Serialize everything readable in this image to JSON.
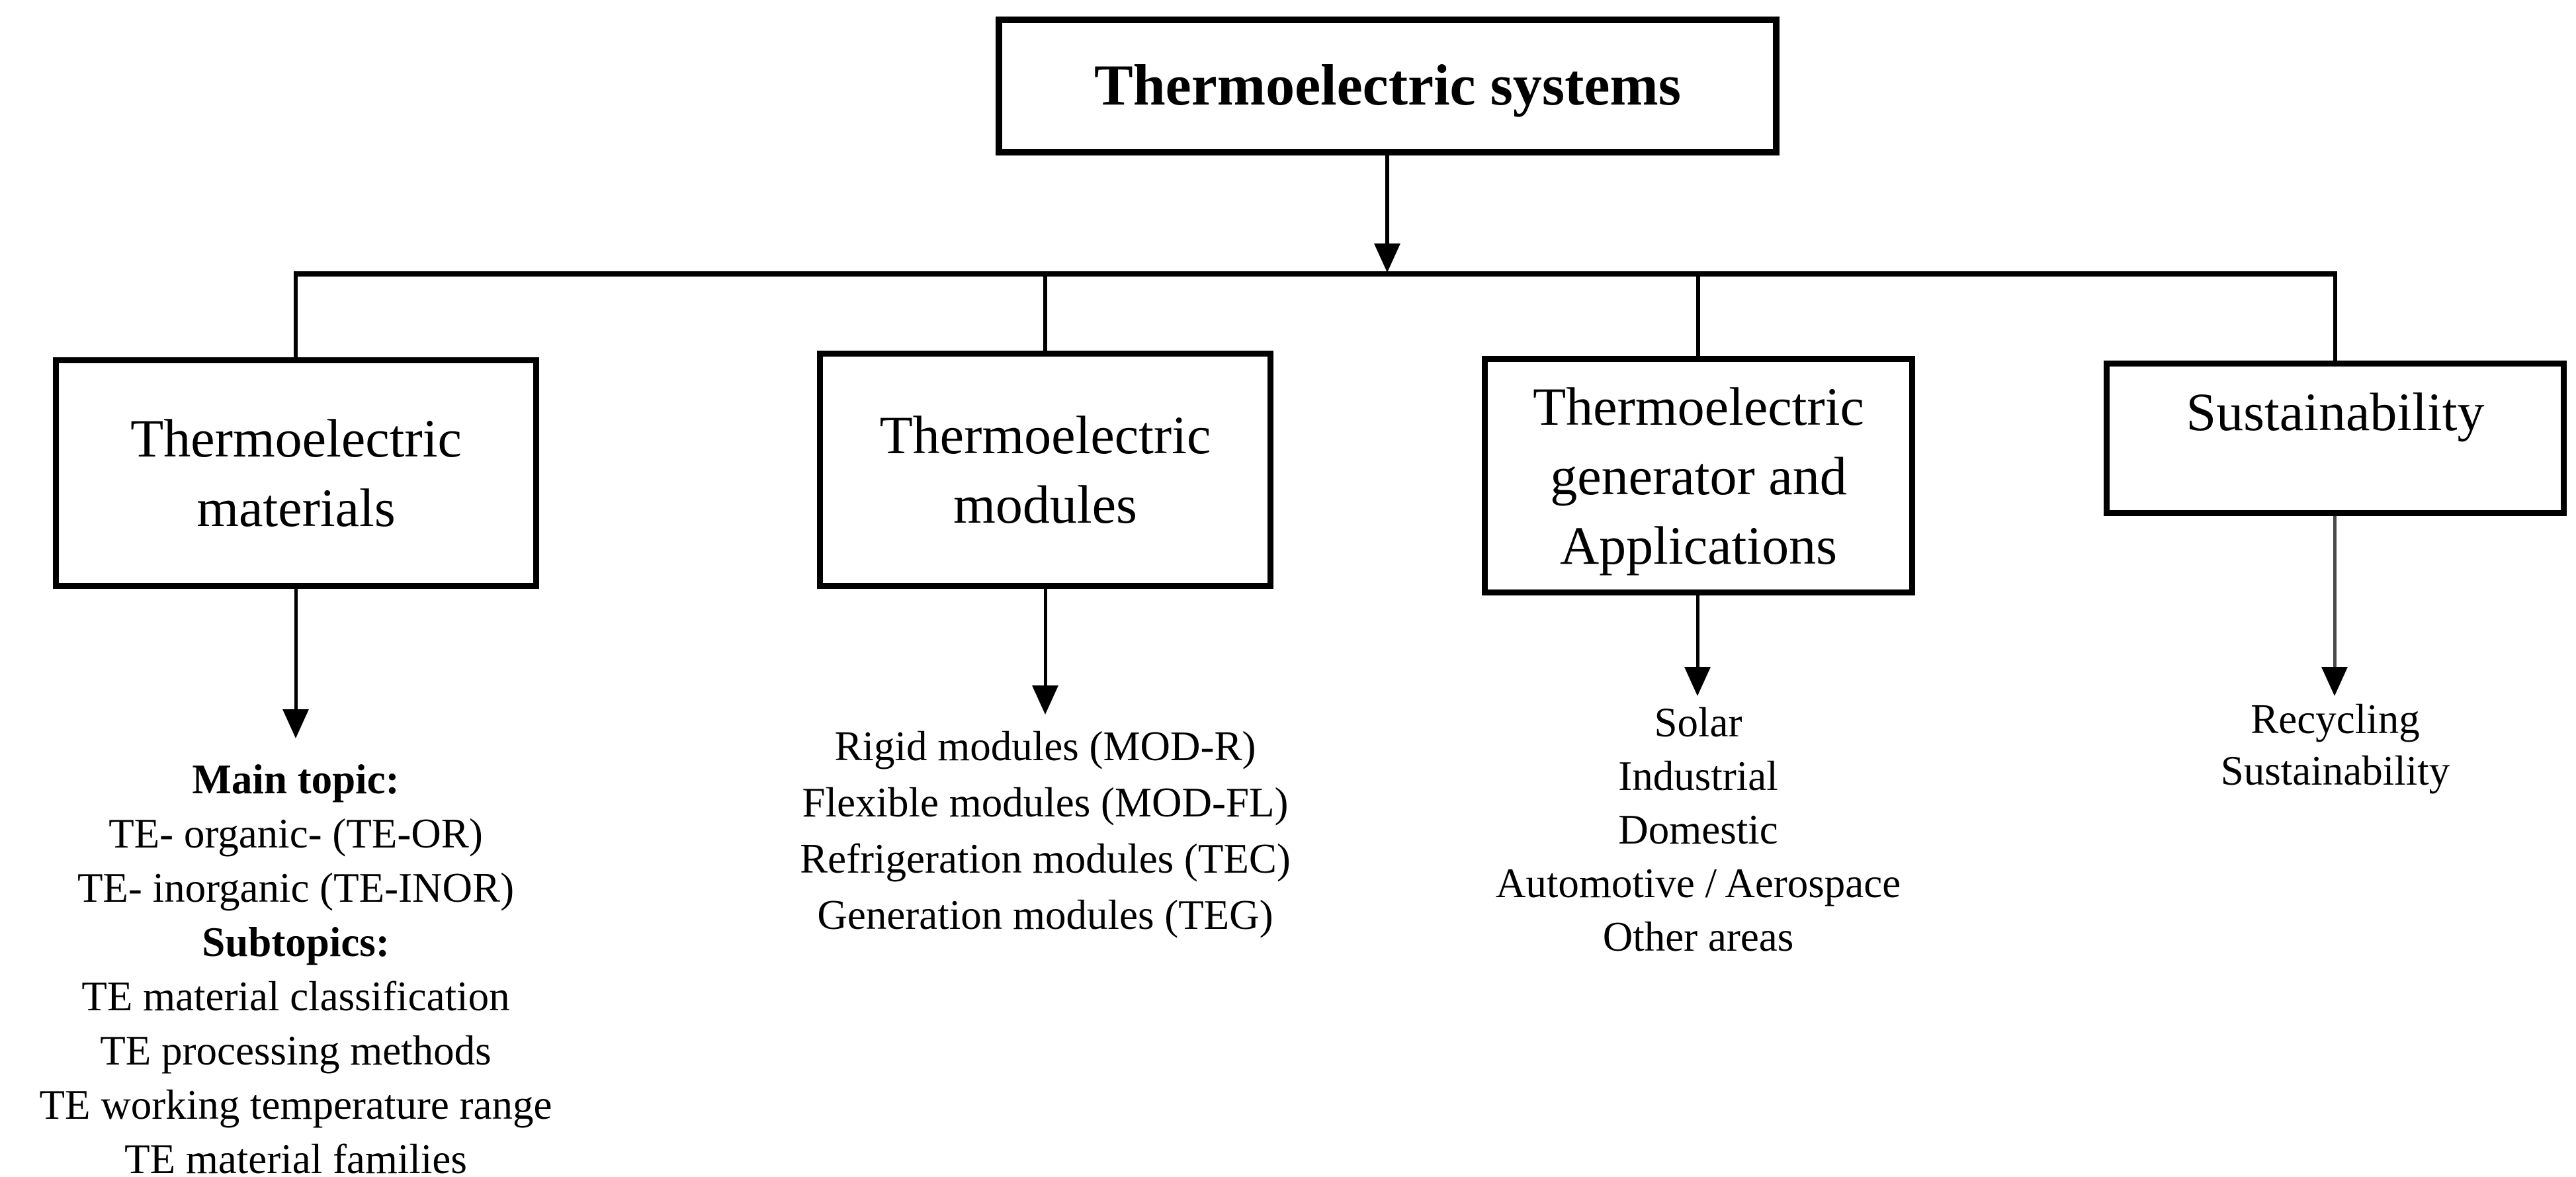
{
  "diagram": {
    "root": {
      "label": "Thermoelectric systems"
    },
    "branches": [
      {
        "title": "Thermoelectric materials",
        "items": [
          {
            "text": "Main topic:",
            "bold": true
          },
          {
            "text": "TE- organic- (TE-OR)",
            "bold": false
          },
          {
            "text": "TE- inorganic (TE-INOR)",
            "bold": false
          },
          {
            "text": "Subtopics:",
            "bold": true
          },
          {
            "text": "TE material classification",
            "bold": false
          },
          {
            "text": "TE processing methods",
            "bold": false
          },
          {
            "text": "TE working temperature range",
            "bold": false
          },
          {
            "text": "TE material families",
            "bold": false
          }
        ]
      },
      {
        "title": "Thermoelectric modules",
        "items": [
          {
            "text": "Rigid modules (MOD-R)",
            "bold": false
          },
          {
            "text": "Flexible modules (MOD-FL)",
            "bold": false
          },
          {
            "text": "Refrigeration modules (TEC)",
            "bold": false
          },
          {
            "text": "Generation modules (TEG)",
            "bold": false
          }
        ]
      },
      {
        "title": "Thermoelectric generator and Applications",
        "items": [
          {
            "text": "Solar",
            "bold": false
          },
          {
            "text": "Industrial",
            "bold": false
          },
          {
            "text": "Domestic",
            "bold": false
          },
          {
            "text": "Automotive / Aerospace",
            "bold": false
          },
          {
            "text": "Other areas",
            "bold": false
          }
        ]
      },
      {
        "title": "Sustainability",
        "items": [
          {
            "text": "Recycling",
            "bold": false
          },
          {
            "text": "Sustainability",
            "bold": false
          }
        ]
      }
    ],
    "colors": {
      "line": "#000000",
      "background": "#ffffff",
      "text": "#000000"
    }
  }
}
